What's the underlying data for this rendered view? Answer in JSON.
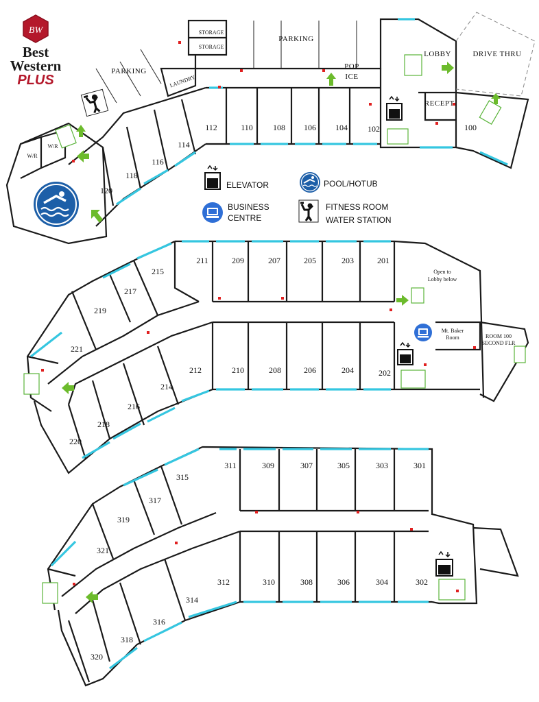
{
  "brand": {
    "monogram": "BW",
    "name_line1": "Best",
    "name_line2": "Western",
    "name_line3": "PLUS",
    "colors": {
      "red": "#b4182b",
      "dark": "#1a1a1a"
    }
  },
  "floor1": {
    "areas": {
      "storage_top": "STORAGE",
      "storage_bottom": "STORAGE",
      "parking_top": "PARKING",
      "parking_left": "PARKING",
      "laundry": "LAUNDRY",
      "pop": "POP",
      "ice": "ICE",
      "lobby": "LOBBY",
      "drive_thru": "DRIVE THRU",
      "recept": "RECEPT.",
      "wr1": "W/R",
      "wr2": "W/R"
    },
    "rooms": {
      "r100": "100",
      "r102": "102",
      "r104": "104",
      "r106": "106",
      "r108": "108",
      "r110": "110",
      "r112": "112",
      "r114": "114",
      "r116": "116",
      "r118": "118",
      "r120": "120"
    }
  },
  "legend": {
    "elevator": "ELEVATOR",
    "pool": "POOL/HOTUB",
    "business_line1": "BUSINESS",
    "business_line2": "CENTRE",
    "fitness_line1": "FITNESS ROOM",
    "fitness_line2": "WATER STATION"
  },
  "floor2": {
    "open_to_line1": "Open to",
    "open_to_line2": "Lobby below",
    "mt_baker_line1": "Mt. Baker",
    "mt_baker_line2": "Room",
    "room100_line1": "ROOM 100",
    "room100_line2": "SECOND FLR",
    "rooms": {
      "r201": "201",
      "r202": "202",
      "r203": "203",
      "r204": "204",
      "r205": "205",
      "r206": "206",
      "r207": "207",
      "r208": "208",
      "r209": "209",
      "r210": "210",
      "r211": "211",
      "r212": "212",
      "r214": "214",
      "r215": "215",
      "r216": "216",
      "r217": "217",
      "r218": "218",
      "r219": "219",
      "r220": "220",
      "r221": "221"
    }
  },
  "floor3": {
    "rooms": {
      "r301": "301",
      "r302": "302",
      "r303": "303",
      "r304": "304",
      "r305": "305",
      "r306": "306",
      "r307": "307",
      "r308": "308",
      "r309": "309",
      "r310": "310",
      "r311": "311",
      "r312": "312",
      "r314": "314",
      "r315": "315",
      "r316": "316",
      "r317": "317",
      "r318": "318",
      "r319": "319",
      "r320": "320",
      "r321": "321"
    }
  },
  "icons": {
    "elevator": "elevator-icon",
    "pool": "pool-icon",
    "business": "business-centre-icon",
    "fitness": "fitness-icon",
    "stairs": "stairs-icon",
    "exit_arrow": "exit-arrow-icon"
  },
  "colors": {
    "window": "#35c6e0",
    "arrow": "#6cbb2c",
    "pool_blue": "#1d5fa8",
    "business_blue": "#2f6fd6",
    "marker_red": "#e02020"
  }
}
